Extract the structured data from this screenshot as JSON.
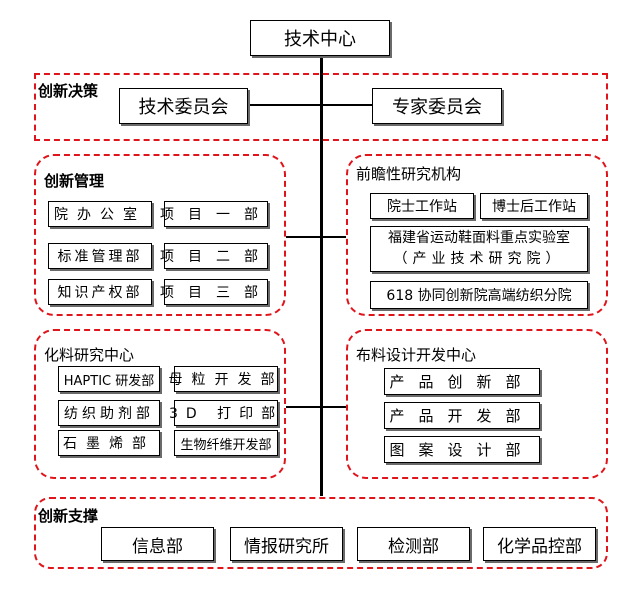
{
  "root": "技术中心",
  "decision": {
    "title": "创新决策",
    "nodes": [
      "技术委员会",
      "专家委员会"
    ]
  },
  "management": {
    "title": "创新管理",
    "nodes": [
      "院办公室",
      "项目一部",
      "标准管理部",
      "项目二部",
      "知识产权部",
      "项目三部"
    ]
  },
  "research": {
    "title": "前瞻性研究机构",
    "nodes": [
      "院士工作站",
      "博士后工作站",
      "福建省运动鞋面料重点实验室",
      "（产业技术研究院）",
      "618 协同创新院高端纺织分院"
    ]
  },
  "chem": {
    "title": "化料研究中心",
    "nodes": [
      "HAPTIC 研发部",
      "母粒开发部",
      "纺织助剂部",
      "3D 打印部",
      "石墨烯部",
      "生物纤维开发部"
    ]
  },
  "fabric": {
    "title": "布料设计开发中心",
    "nodes": [
      "产品创新部",
      "产品开发部",
      "图案设计部"
    ]
  },
  "support": {
    "title": "创新支撑",
    "nodes": [
      "信息部",
      "情报研究所",
      "检测部",
      "化学品控部"
    ]
  }
}
